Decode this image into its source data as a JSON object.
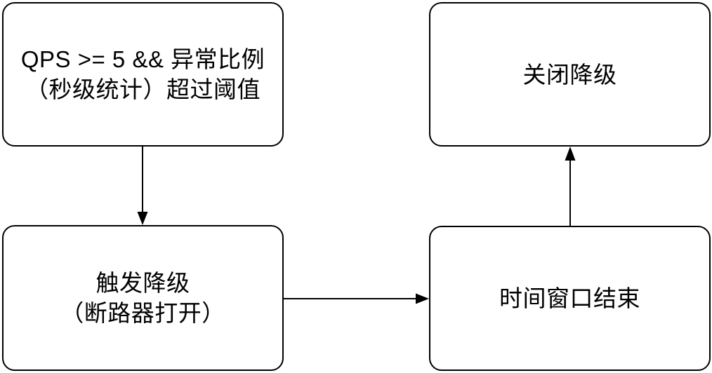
{
  "diagram": {
    "type": "flowchart",
    "colors": {
      "background": "#ffffff",
      "node_fill": "#ffffff",
      "node_border": "#000000",
      "text": "#000000",
      "arrow": "#000000"
    },
    "nodes": [
      {
        "id": "condition",
        "lines": [
          "QPS >= 5 && 异常比例",
          "（秒级统计）超过阈值"
        ]
      },
      {
        "id": "close-degrade",
        "lines": [
          "关闭降级"
        ]
      },
      {
        "id": "trigger-degrade",
        "lines": [
          "触发降级",
          "（断路器打开）"
        ]
      },
      {
        "id": "time-window",
        "lines": [
          "时间窗口结束"
        ]
      }
    ],
    "edges": [
      {
        "from": "condition",
        "to": "trigger-degrade",
        "direction": "down"
      },
      {
        "from": "trigger-degrade",
        "to": "time-window",
        "direction": "right"
      },
      {
        "from": "time-window",
        "to": "close-degrade",
        "direction": "up"
      }
    ]
  }
}
